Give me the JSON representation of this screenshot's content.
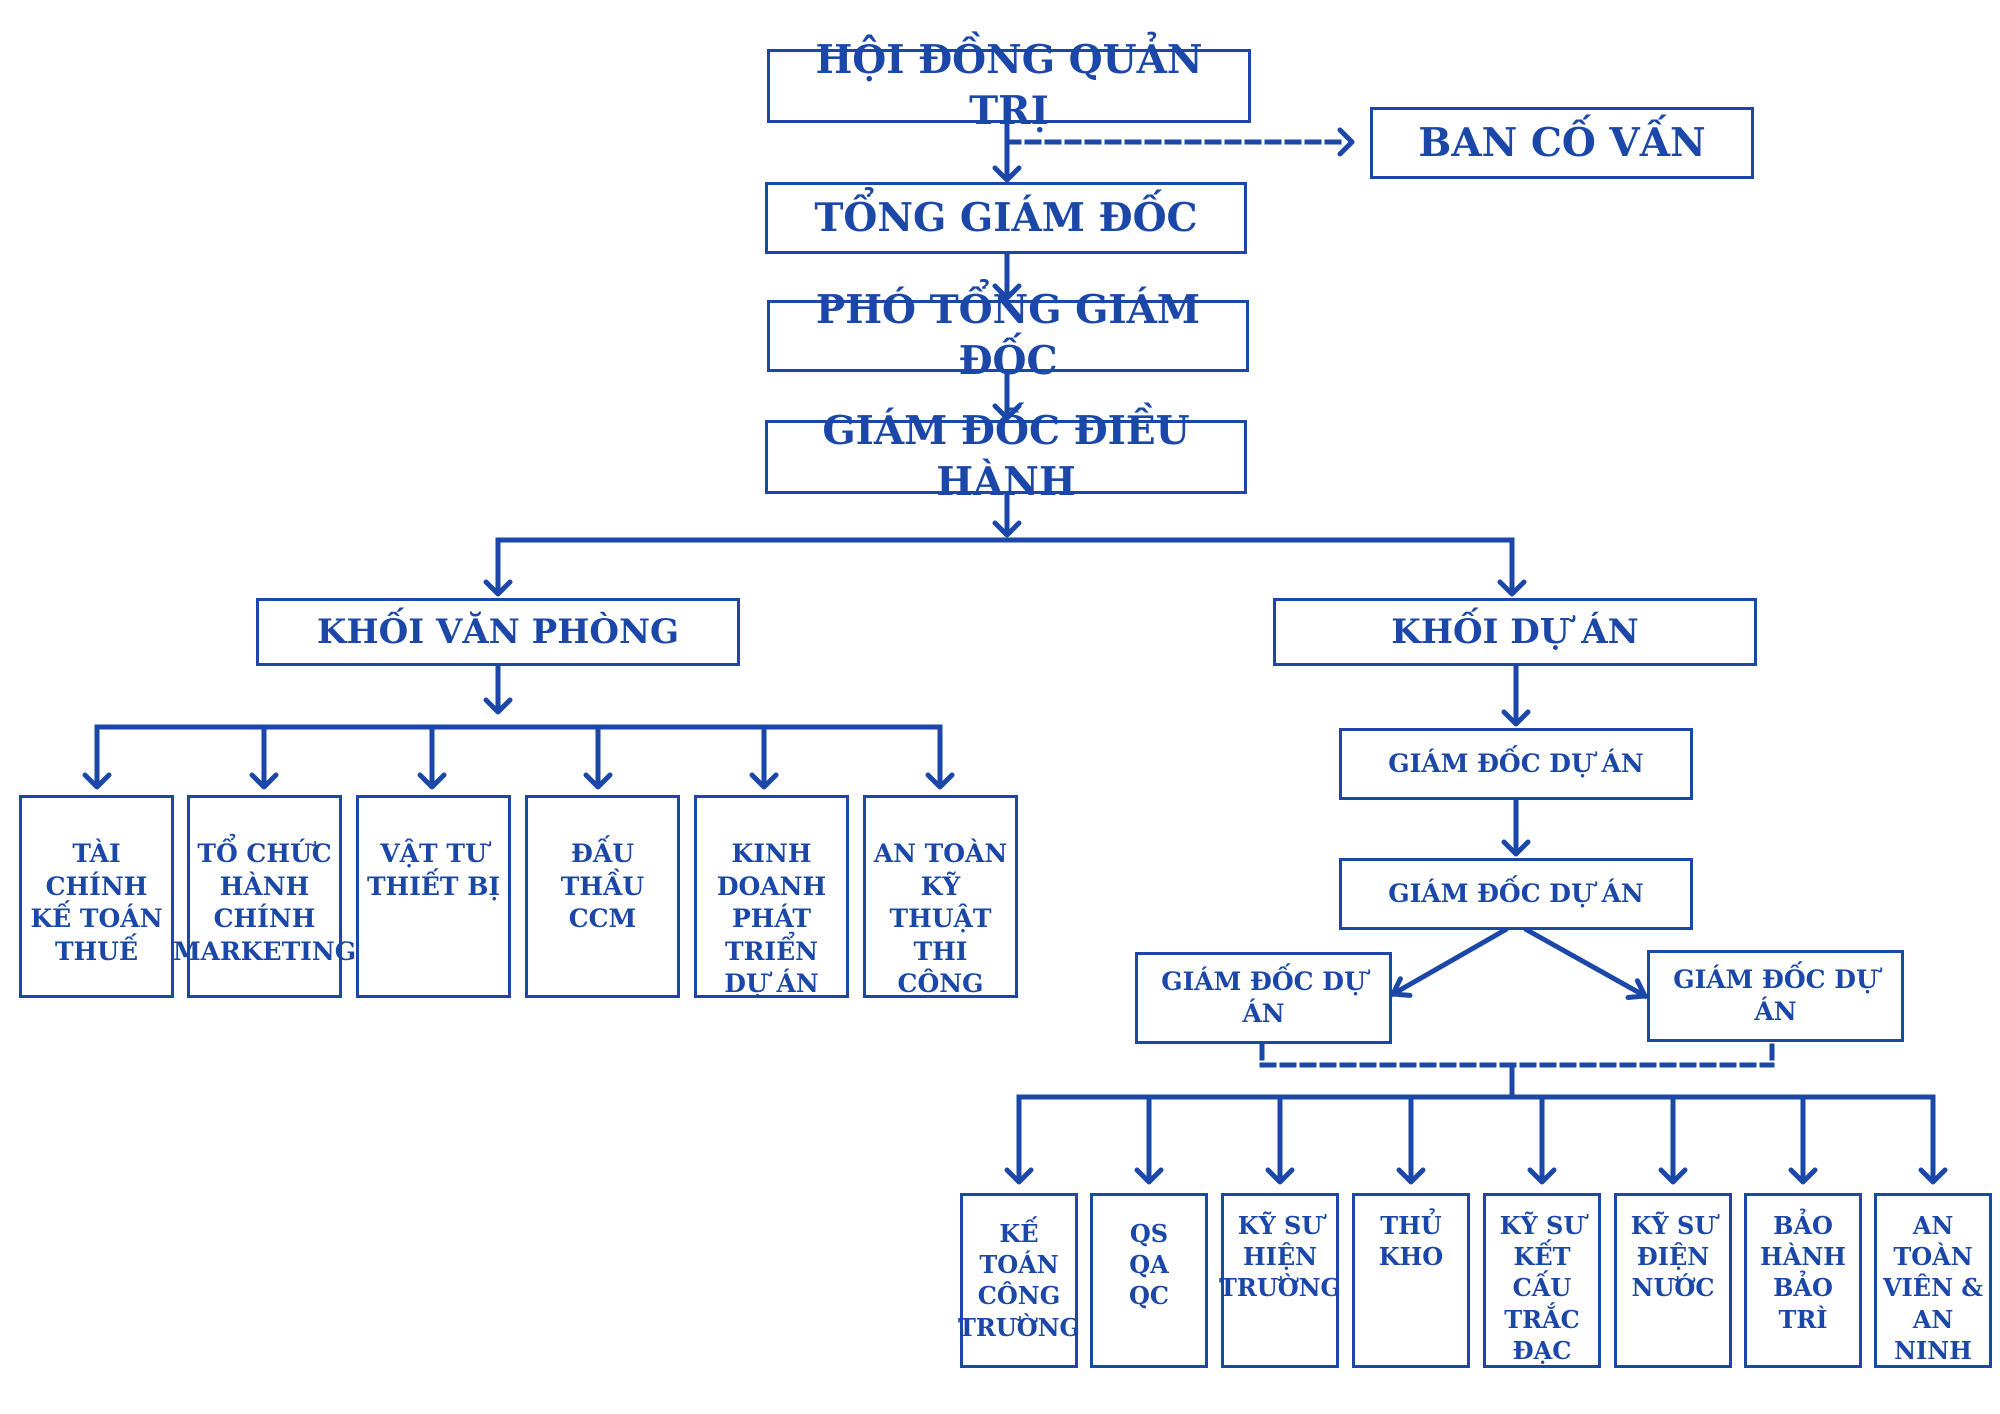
{
  "chart": {
    "board": "HỘI ĐỒNG QUẢN TRỊ",
    "advisory": "BAN CỐ VẤN",
    "ceo": "TỔNG GIÁM ĐỐC",
    "deputy_ceo": "PHÓ TỔNG GIÁM ĐỐC",
    "executive_director": "GIÁM ĐỐC ĐIỀU HÀNH",
    "office_block": "KHỐI VĂN PHÒNG",
    "project_block": "KHỐI DỰ ÁN",
    "office_departments": [
      "TÀI CHÍNH\nKẾ TOÁN\nTHUẾ",
      "TỔ CHỨC\nHÀNH\nCHÍNH\nMARKETING",
      "VẬT TƯ\nTHIẾT BỊ",
      "ĐẤU THẦU\nCCM",
      "KINH\nDOANH\nPHÁT TRIỂN\nDỰ ÁN",
      "AN TOÀN\nKỸ THUẬT\nTHI CÔNG"
    ],
    "project_director_1": "GIÁM ĐỐC DỰ ÁN",
    "project_director_2": "GIÁM ĐỐC DỰ ÁN",
    "project_director_left": "GIÁM ĐỐC DỰ ÁN",
    "project_director_right": "GIÁM ĐỐC DỰ ÁN",
    "site_roles": [
      "KẾ TOÁN\nCÔNG\nTRƯỜNG",
      "QS\nQA\nQC",
      "KỸ SƯ\nHIỆN\nTRƯỜNG",
      "THỦ\nKHO",
      "KỸ SƯ\nKẾT CẤU\nTRẮC\nĐẠC",
      "KỸ SƯ\nĐIỆN\nNƯỚC",
      "BẢO\nHÀNH\nBẢO TRÌ",
      "AN\nTOÀN\nVIÊN &\nAN NINH"
    ],
    "line_color": "#1a47a8"
  }
}
